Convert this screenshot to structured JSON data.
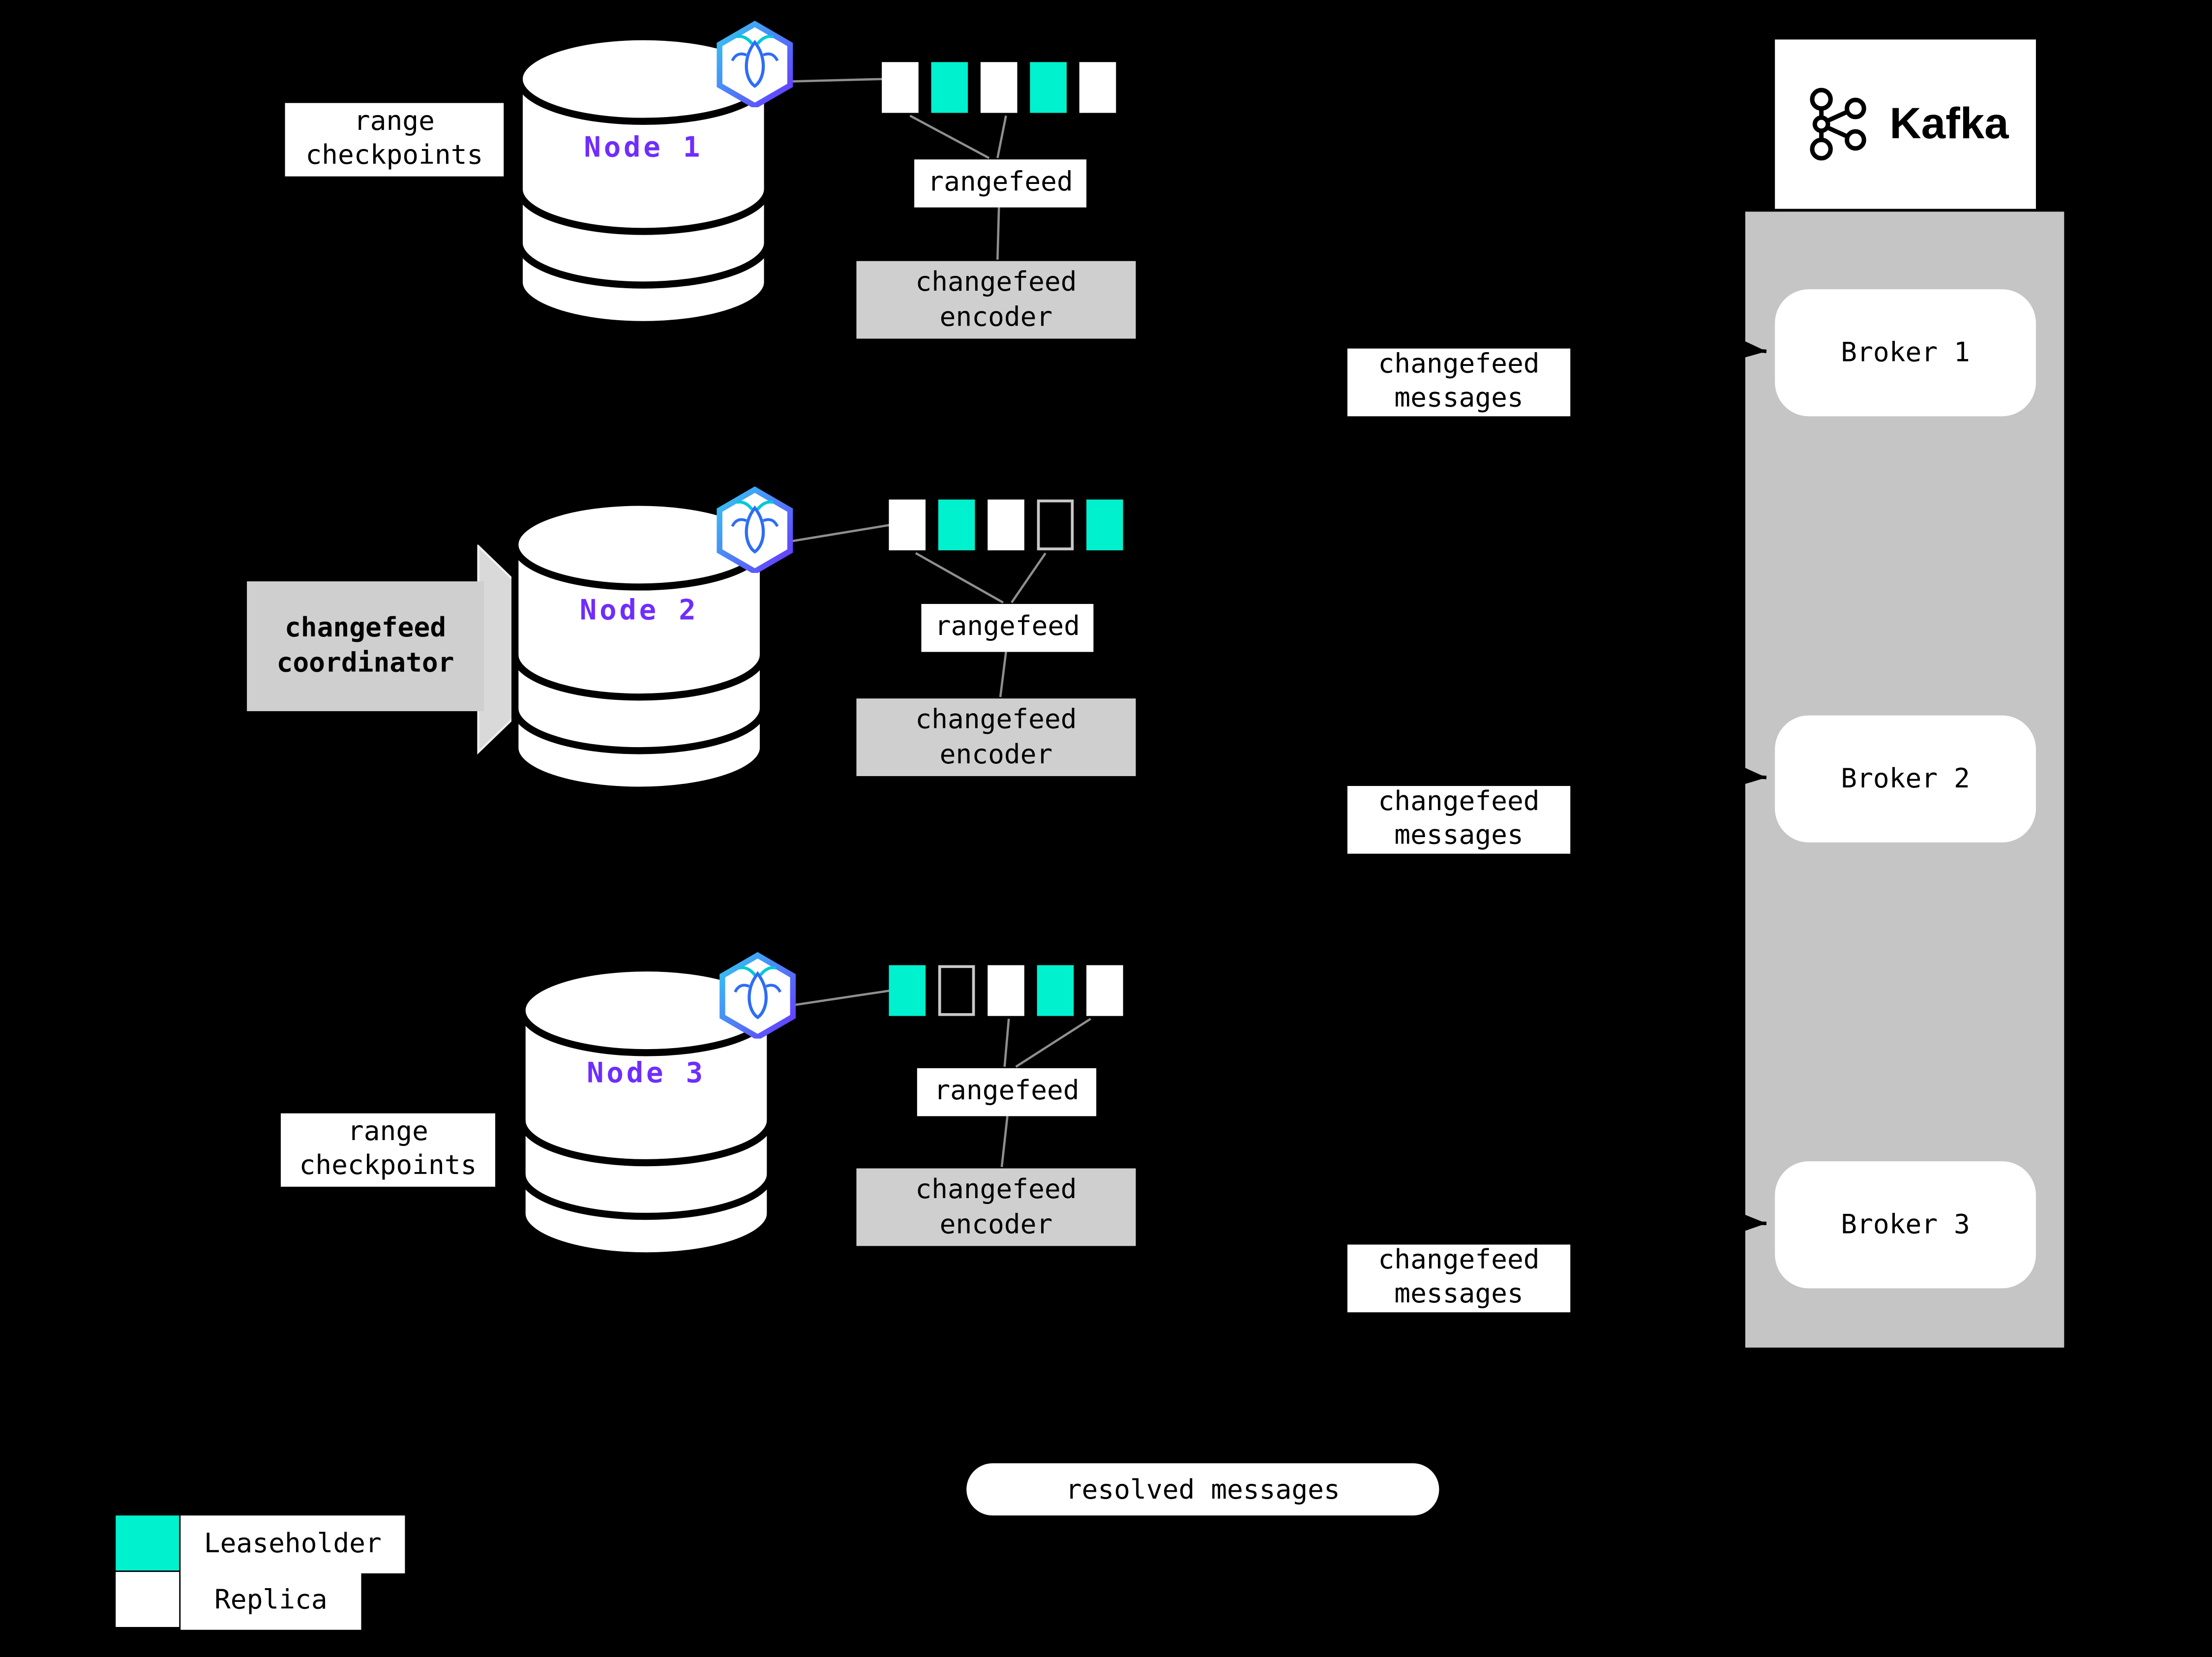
{
  "colors": {
    "leaseholder": "#00F1CE",
    "replica": "#FFFFFF",
    "node_label": "#6F2DFF",
    "panel": "#C5C5C5",
    "gray_box": "#CFCFCF",
    "background": "#000000"
  },
  "nodes": [
    {
      "label": "Node 1",
      "side_label": "range\ncheckpoints",
      "rangefeed": "rangefeed",
      "encoder": "changefeed\nencoder",
      "ranges": [
        "replica",
        "leaseholder",
        "replica",
        "leaseholder",
        "replica"
      ]
    },
    {
      "label": "Node 2",
      "coordinator": "changefeed\ncoordinator",
      "rangefeed": "rangefeed",
      "encoder": "changefeed\nencoder",
      "ranges": [
        "replica",
        "leaseholder",
        "replica",
        "outline",
        "leaseholder"
      ]
    },
    {
      "label": "Node 3",
      "side_label": "range\ncheckpoints",
      "rangefeed": "rangefeed",
      "encoder": "changefeed\nencoder",
      "ranges": [
        "leaseholder",
        "outline",
        "replica",
        "leaseholder",
        "replica"
      ]
    }
  ],
  "messages": [
    "changefeed\nmessages",
    "changefeed\nmessages",
    "changefeed\nmessages"
  ],
  "kafka": {
    "title": "Kafka",
    "brokers": [
      "Broker 1",
      "Broker 2",
      "Broker 3"
    ]
  },
  "resolved": "resolved messages",
  "legend": {
    "items": [
      {
        "type": "leaseholder",
        "label": "Leaseholder"
      },
      {
        "type": "replica",
        "label": "Replica"
      }
    ]
  }
}
